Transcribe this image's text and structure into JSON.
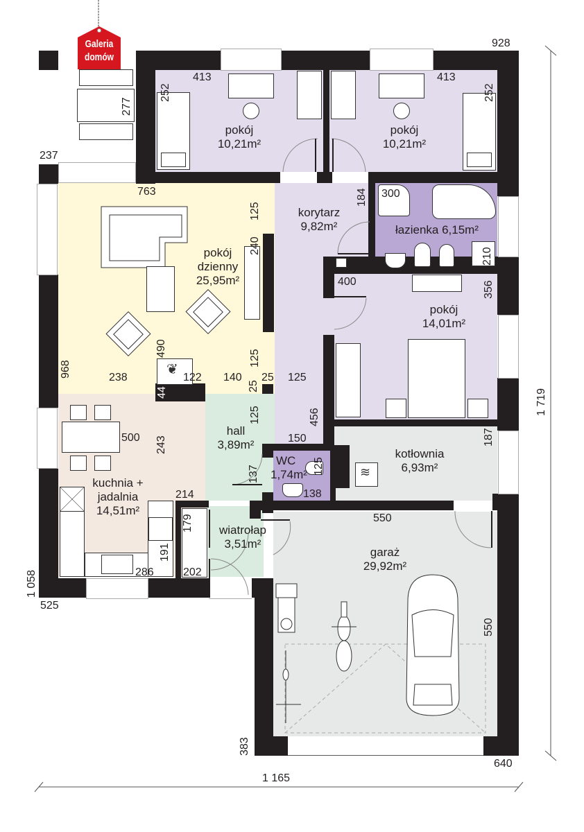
{
  "logo": {
    "line1": "Galeria",
    "line2": "domów",
    "color": "#d7171f"
  },
  "colors": {
    "wall": "#231f20",
    "bedroom": "#e3dced",
    "bathroom": "#b9a7d4",
    "living": "#fff9d9",
    "kitchen": "#f4e9e1",
    "hall": "#daecdf",
    "utility": "#e7e8e8"
  },
  "rooms": [
    {
      "id": "bedroom-nw",
      "name": "pokój",
      "area": "10,21m²"
    },
    {
      "id": "bedroom-ne",
      "name": "pokój",
      "area": "10,21m²"
    },
    {
      "id": "living",
      "name_line1": "pokój",
      "name_line2": "dzienny",
      "area": "25,95m²"
    },
    {
      "id": "corridor",
      "name": "korytarz",
      "area": "9,82m²"
    },
    {
      "id": "bathroom",
      "name": "łazienka 6,15m²"
    },
    {
      "id": "bedroom-e",
      "name": "pokój",
      "area": "14,01m²"
    },
    {
      "id": "hall",
      "name": "hall",
      "area": "3,89m²"
    },
    {
      "id": "wc",
      "name": "WC",
      "area": "1,74m²"
    },
    {
      "id": "boiler",
      "name": "kotłownia",
      "area": "6,93m²"
    },
    {
      "id": "kitchen",
      "name_line1": "kuchnia +",
      "name_line2": "jadalnia",
      "area": "14,51m²"
    },
    {
      "id": "vestibule",
      "name": "wiatrołap",
      "area": "3,51m²"
    },
    {
      "id": "garage",
      "name": "garaż",
      "area": "29,92m²"
    }
  ],
  "dimensions": {
    "d928": "928",
    "d413a": "413",
    "d413b": "413",
    "d252a": "252",
    "d252b": "252",
    "d277": "277",
    "d237": "237",
    "d763": "763",
    "d125a": "125",
    "d240": "240",
    "d184": "184",
    "d300": "300",
    "d210": "210",
    "d400": "400",
    "d356": "356",
    "d490": "490",
    "d968": "968",
    "d238": "238",
    "d122": "122",
    "d140": "140",
    "d125b": "125",
    "d25a": "25",
    "d25b": "25",
    "d44": "44",
    "d125c": "125",
    "d125d": "125",
    "d456": "456",
    "d500": "500",
    "d243": "243",
    "d150": "150",
    "d137": "137",
    "d125e": "125",
    "d138": "138",
    "d187": "187",
    "d214": "214",
    "d179": "179",
    "d191": "191",
    "d286": "286",
    "d202": "202",
    "d550a": "550",
    "d550b": "550",
    "d1058": "1 058",
    "d525": "525",
    "d383": "383",
    "d640": "640",
    "d1719": "1 719",
    "d1165": "1 165"
  }
}
